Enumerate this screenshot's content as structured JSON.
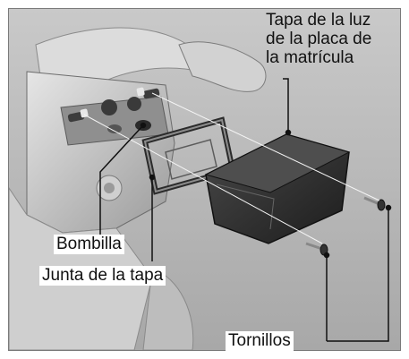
{
  "labels": {
    "cover": [
      "Tapa de la luz",
      "de la placa de",
      "la matrícula"
    ],
    "bulb": "Bombilla",
    "gasket": "Junta de la tapa",
    "screws": "Tornillos"
  },
  "colors": {
    "background": "#b8b8b8",
    "cover_dark": "#2c2c2c",
    "leader": "#111111",
    "label_bg": "#ffffff"
  }
}
